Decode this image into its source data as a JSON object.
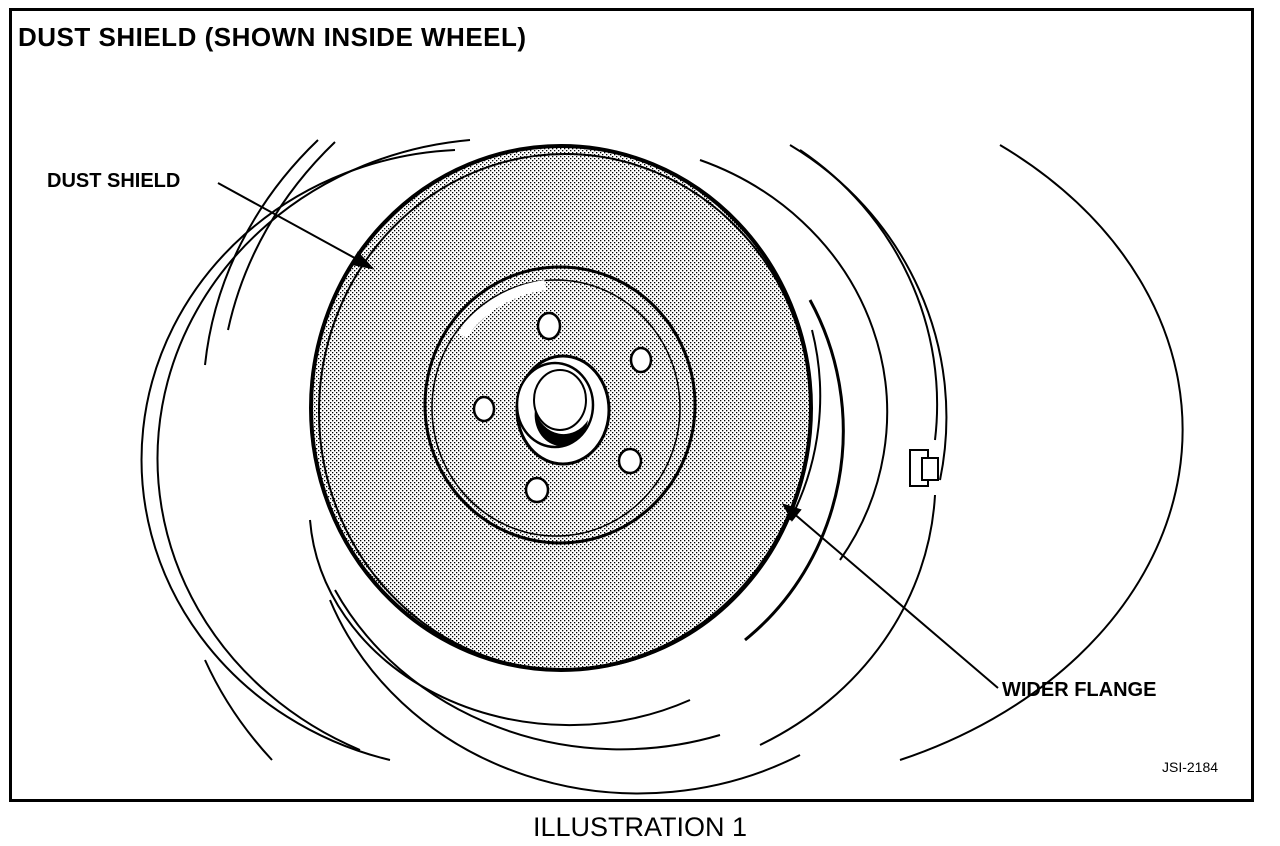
{
  "title": "DUST SHIELD (SHOWN INSIDE WHEEL)",
  "callouts": {
    "dust_shield": "DUST SHIELD",
    "wider_flange": "WIDER FLANGE"
  },
  "figure_code": "JSI-2184",
  "caption": "ILLUSTRATION 1"
}
